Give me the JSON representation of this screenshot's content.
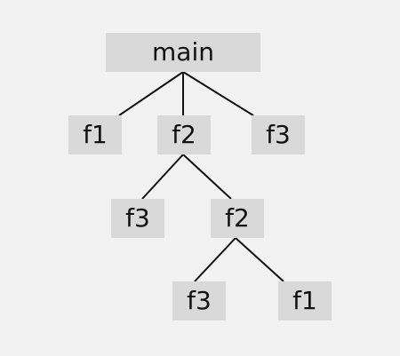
{
  "tree": {
    "root": "main",
    "children": [
      {
        "label": "f1",
        "children": []
      },
      {
        "label": "f2",
        "children": [
          {
            "label": "f3",
            "children": []
          },
          {
            "label": "f2",
            "children": [
              {
                "label": "f3",
                "children": []
              },
              {
                "label": "f1",
                "children": []
              }
            ]
          }
        ]
      },
      {
        "label": "f3",
        "children": []
      }
    ]
  },
  "nodes": {
    "main": "main",
    "main_child_1": "f1",
    "main_child_2": "f2",
    "main_child_3": "f3",
    "f2_child_1": "f3",
    "f2_child_2": "f2",
    "f2_f2_child_1": "f3",
    "f2_f2_child_2": "f1"
  },
  "colors": {
    "background": "#f2f2f2",
    "node_fill": "#d9d9d9",
    "edge": "#111111",
    "text": "#111111"
  }
}
